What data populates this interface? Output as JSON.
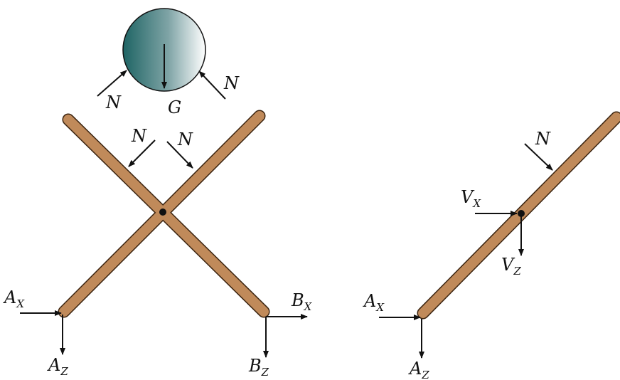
{
  "colors": {
    "rod_fill": "#c08a5a",
    "rod_edge": "#3b2410",
    "ball_dark": "#1e6464",
    "ball_light": "#ffffff",
    "ink": "#111111"
  },
  "ball": {
    "labels": {
      "N_left": "N",
      "N_right": "N",
      "G": "G"
    }
  },
  "scissor": {
    "labels": {
      "N_left": "N",
      "N_right": "N",
      "AX": "A",
      "AX_sub": "X",
      "AZ": "A",
      "AZ_sub": "Z",
      "BX": "B",
      "BX_sub": "X",
      "BZ": "B",
      "BZ_sub": "Z"
    }
  },
  "single_bar": {
    "labels": {
      "N": "N",
      "VX": "V",
      "VX_sub": "X",
      "VZ": "V",
      "VZ_sub": "Z",
      "AX": "A",
      "AX_sub": "X",
      "AZ": "A",
      "AZ_sub": "Z"
    }
  }
}
